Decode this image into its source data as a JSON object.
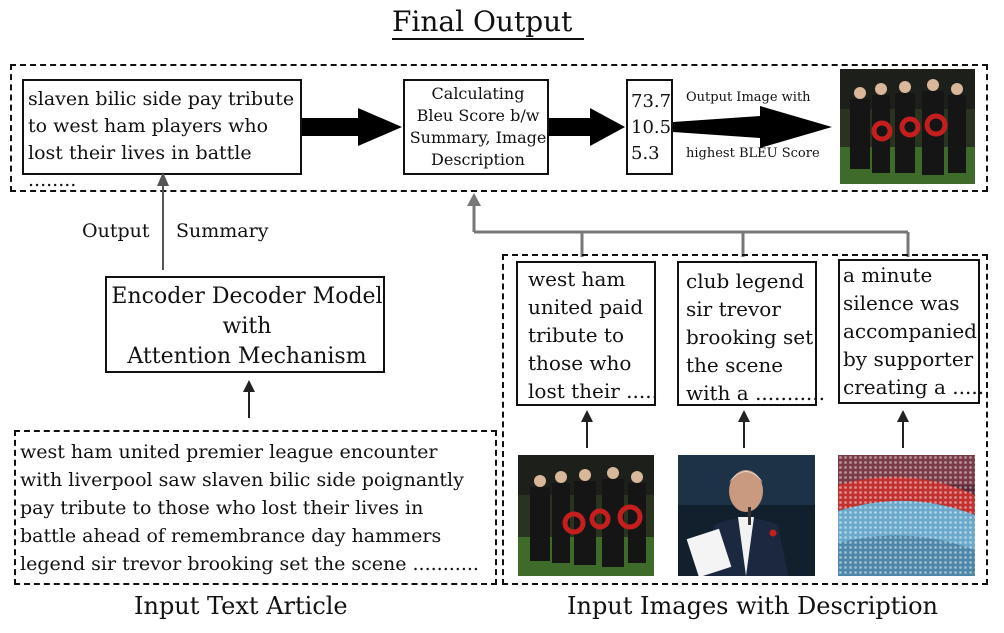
{
  "title": "Final Output",
  "summary_box": {
    "lines": [
      "slaven bilic side pay tribute",
      "to west ham players who",
      "lost their lives in battle ........"
    ]
  },
  "bleu_box": {
    "lines": [
      "Calculating",
      "Bleu Score b/w",
      "Summary, Image",
      "Description"
    ]
  },
  "scores_box": {
    "lines": [
      "73.7",
      "10.5",
      "5.3"
    ]
  },
  "output_arrow_top": "Output Image with",
  "output_arrow_bottom": "highest BLEU Score",
  "output_summary_label": {
    "left": "Output",
    "right": "Summary"
  },
  "model_box": {
    "lines": [
      "Encoder Decoder Model",
      "with",
      "Attention Mechanism"
    ]
  },
  "article_box": {
    "lines": [
      "west ham united premier league encounter",
      "with liverpool saw slaven bilic side poignantly",
      "pay tribute to those who lost their lives in",
      "battle ahead of remembrance day hammers",
      "legend sir trevor brooking set the scene ..........."
    ]
  },
  "desc1": {
    "lines": [
      "west ham",
      "united paid",
      "tribute to",
      "those who",
      "lost their ....."
    ]
  },
  "desc2": {
    "lines": [
      "club legend",
      "sir trevor",
      "brooking set",
      "the scene",
      "with a ..........."
    ]
  },
  "desc3": {
    "lines": [
      "a minute",
      "silence was",
      "accompanied",
      "by supporter",
      "creating a ....."
    ]
  },
  "caption_left": "Input Text Article",
  "caption_right": "Input Images with Description",
  "icons": [
    "team-photo",
    "speaker-photo",
    "crowd-mosaic-photo"
  ]
}
